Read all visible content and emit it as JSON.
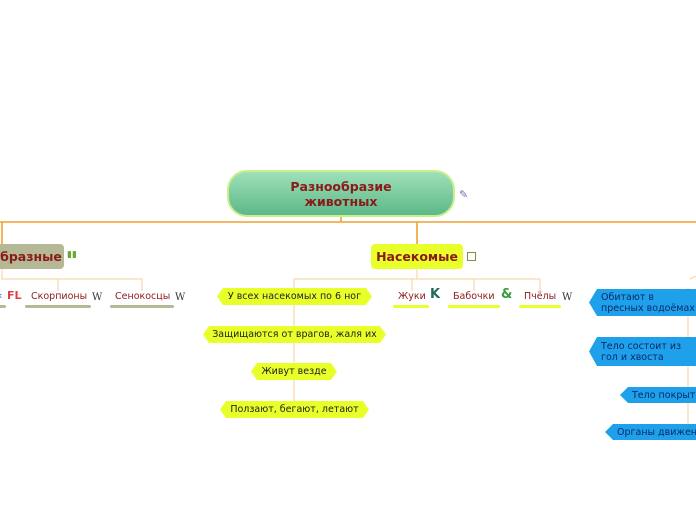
{
  "root": {
    "title": "Разнообразие животных"
  },
  "branches": {
    "arachnids": {
      "title": "бразные",
      "children": [
        "Скорпионы",
        "Сенокосцы"
      ]
    },
    "insects": {
      "title": "Насекомые",
      "facts": [
        "У всех насекомых по 6 ног",
        "Защищаются от врагов, жаля их",
        "Живут везде",
        "Ползают, бегают, летают"
      ],
      "children": [
        "Жуки",
        "Бабочки",
        "Пчёлы"
      ]
    },
    "third": {
      "facts": [
        "Обитают в пресных водоёмах",
        "Тело состоит из гол и хвоста",
        "Тело покрыт",
        "Органы движен"
      ]
    }
  },
  "icons": {
    "root_link": "pin-icon",
    "wiki_letter": "W",
    "fl_letters": "FL",
    "k_letter": "K",
    "amp_symbol": "&"
  },
  "colors": {
    "connector": "#f0a030",
    "root_fill": "#7fcf9f",
    "insect_fill": "#e8ff2a",
    "arachnid_fill": "#b5b894",
    "blue_fill": "#1fa0ea",
    "label_text": "#8b1a1a"
  }
}
